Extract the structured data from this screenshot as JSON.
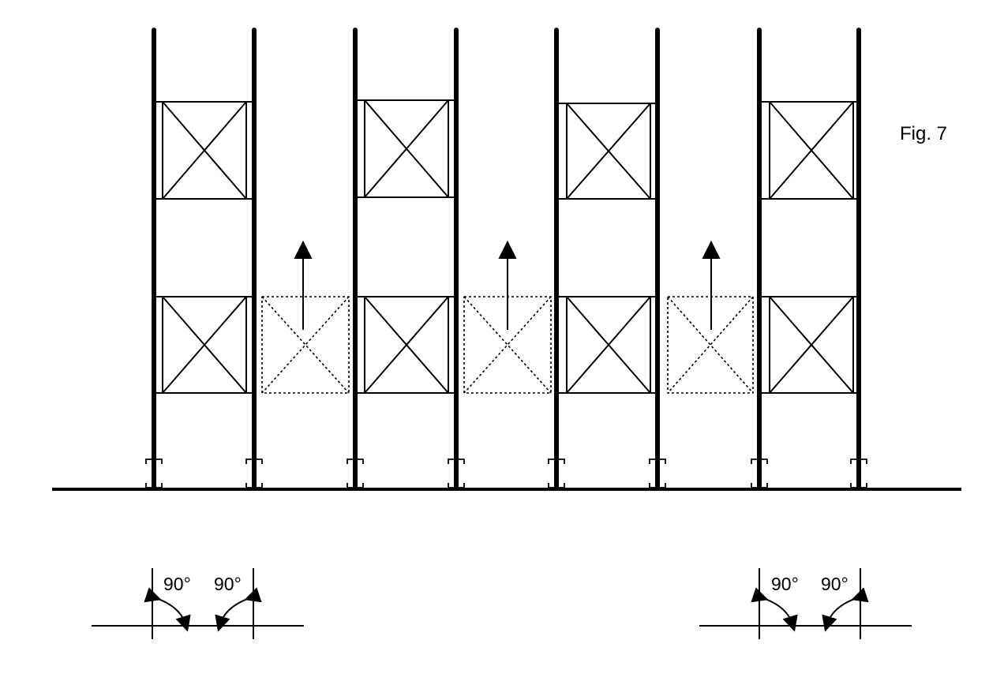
{
  "figure_label": "Fig. 7",
  "angle_labels": {
    "left_a": "90°",
    "left_b": "90°",
    "right_a": "90°",
    "right_b": "90°"
  },
  "colors": {
    "line": "#000000",
    "background": "#ffffff"
  }
}
